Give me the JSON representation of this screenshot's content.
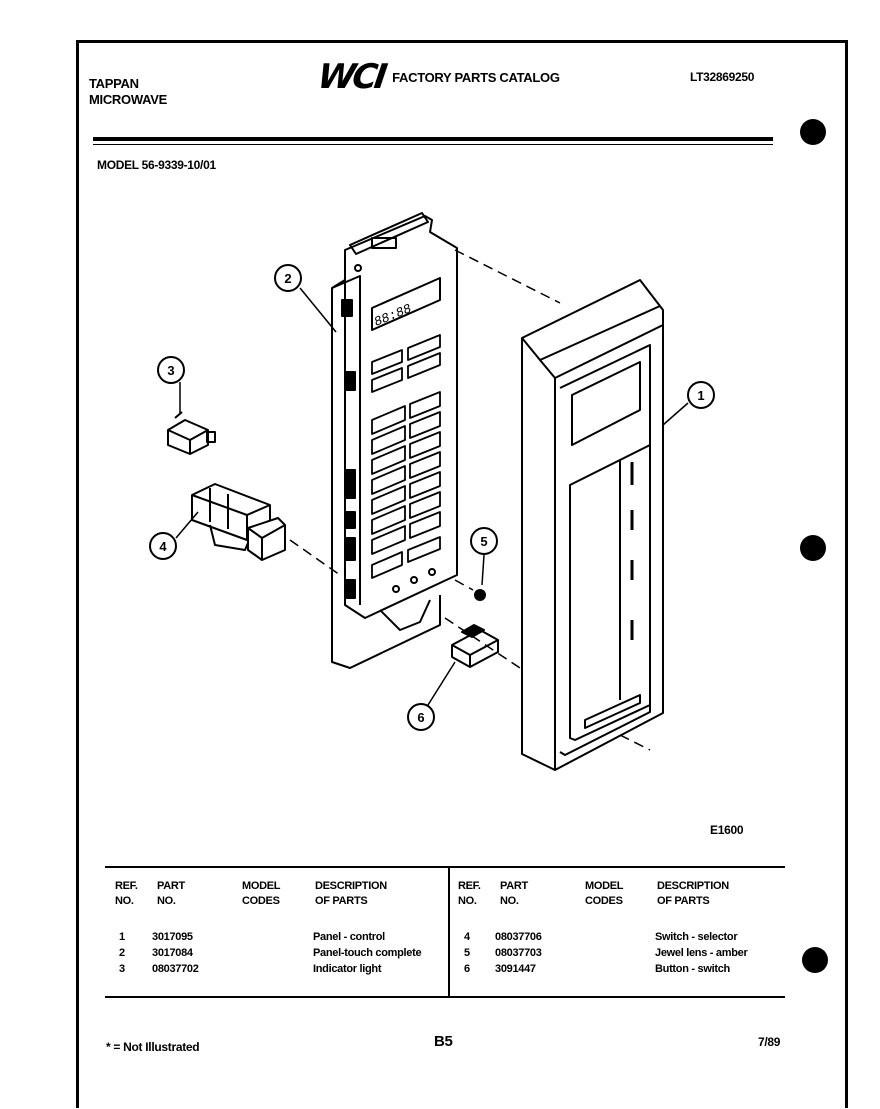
{
  "header": {
    "brand_line1": "TAPPAN",
    "brand_line2": "MICROWAVE",
    "logo_text": "WCI",
    "catalog_title": "FACTORY PARTS CATALOG",
    "doc_code": "LT32869250",
    "model_label": "MODEL 56-9339-10/01"
  },
  "diagram": {
    "callouts": [
      "1",
      "2",
      "3",
      "4",
      "5",
      "6"
    ],
    "display_digits": "88:88",
    "figure_code": "E1600"
  },
  "parts_table": {
    "headers": {
      "ref_no": [
        "REF.",
        "NO."
      ],
      "part_no": [
        "PART",
        "NO."
      ],
      "model_codes": [
        "MODEL",
        "CODES"
      ],
      "description": [
        "DESCRIPTION",
        "OF PARTS"
      ]
    },
    "left_rows": [
      {
        "ref": "1",
        "part": "3017095",
        "codes": "",
        "desc": "Panel - control"
      },
      {
        "ref": "2",
        "part": "3017084",
        "codes": "",
        "desc": "Panel-touch complete"
      },
      {
        "ref": "3",
        "part": "08037702",
        "codes": "",
        "desc": "Indicator light"
      }
    ],
    "right_rows": [
      {
        "ref": "4",
        "part": "08037706",
        "codes": "",
        "desc": "Switch - selector"
      },
      {
        "ref": "5",
        "part": "08037703",
        "codes": "",
        "desc": "Jewel lens - amber"
      },
      {
        "ref": "6",
        "part": "3091447",
        "codes": "",
        "desc": "Button - switch"
      }
    ]
  },
  "footer": {
    "footnote": "* = Not Illustrated",
    "page_no": "B5",
    "date": "7/89"
  }
}
